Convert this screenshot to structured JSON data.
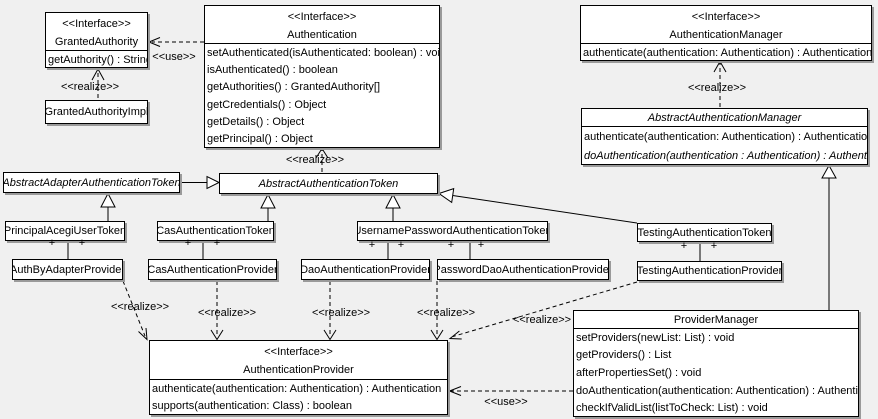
{
  "colors": {
    "background": "#f0f0f0",
    "box_fill": "#ffffff",
    "line": "#000000",
    "shadow": "#9a9a9a"
  },
  "symbols": {
    "plus": "+"
  },
  "labels": {
    "use_authentication_granted": "<<use>>",
    "realize_granted_impl": "<<realize>>",
    "realize_abstract_token": "<<realize>>",
    "realize_abstract_manager": "<<realize>>",
    "realize_auth_by_adapter": "<<realize>>",
    "realize_cas": "<<realize>>",
    "realize_dao": "<<realize>>",
    "realize_password_dao": "<<realize>>",
    "realize_testing": "<<realize>>",
    "use_provider_manager": "<<use>>"
  },
  "classes": {
    "granted_authority": {
      "stereotype": "<<Interface>>",
      "name": "GrantedAuthority",
      "methods": [
        "getAuthority() : String"
      ]
    },
    "granted_authority_impl": {
      "name": "GrantedAuthorityImpl"
    },
    "authentication": {
      "stereotype": "<<Interface>>",
      "name": "Authentication",
      "methods": [
        "setAuthenticated(isAuthenticated: boolean) : void",
        "isAuthenticated() : boolean",
        "getAuthorities() : GrantedAuthority[]",
        "getCredentials() : Object",
        "getDetails() : Object",
        "getPrincipal() : Object"
      ]
    },
    "authentication_manager": {
      "stereotype": "<<Interface>>",
      "name": "AuthenticationManager",
      "methods": [
        "authenticate(authentication: Authentication) : Authentication"
      ]
    },
    "abstract_authentication_manager": {
      "name": "AbstractAuthenticationManager",
      "methods": [
        "authenticate(authentication: Authentication) : Authentication",
        "doAuthentication(authentication : Authentication) : Authentication"
      ]
    },
    "abstract_adapter_authentication_token": {
      "name": "AbstractAdapterAuthenticationToken"
    },
    "abstract_authentication_token": {
      "name": "AbstractAuthenticationToken"
    },
    "principal_acegi_user_token": {
      "name": "PrincipalAcegiUserToken"
    },
    "cas_authentication_token": {
      "name": "CasAuthenticationToken"
    },
    "username_password_authentication_token": {
      "name": "UsernamePasswordAuthenticationToken"
    },
    "testing_authentication_token": {
      "name": "TestingAuthenticationToken"
    },
    "auth_by_adapter_provider": {
      "name": "AuthByAdapterProvider"
    },
    "cas_authentication_provider": {
      "name": "CasAuthenticationProvider"
    },
    "dao_authentication_provider": {
      "name": "DaoAuthenticationProvider"
    },
    "password_dao_authentication_provider": {
      "name": "PasswordDaoAuthenticationProvider"
    },
    "testing_authentication_provider": {
      "name": "TestingAuthenticationProvider"
    },
    "authentication_provider": {
      "stereotype": "<<Interface>>",
      "name": "AuthenticationProvider",
      "methods": [
        "authenticate(authentication: Authentication) : Authentication",
        "supports(authentication: Class) : boolean"
      ]
    },
    "provider_manager": {
      "name": "ProviderManager",
      "methods": [
        "setProviders(newList: List) : void",
        "getProviders() : List",
        "afterPropertiesSet() : void",
        "doAuthentication(authentication: Authentication) : Authentication",
        "checkIfValidList(listToCheck: List) : void"
      ]
    }
  }
}
